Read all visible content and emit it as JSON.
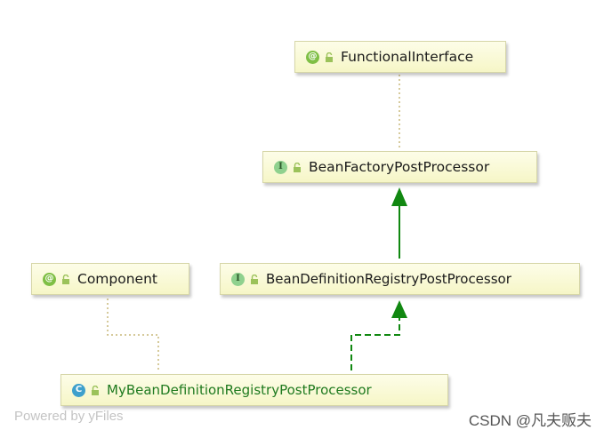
{
  "nodes": {
    "functional_interface": {
      "label": "FunctionalInterface",
      "badge": "@"
    },
    "bean_factory_post_processor": {
      "label": "BeanFactoryPostProcessor",
      "badge": "I"
    },
    "component": {
      "label": "Component",
      "badge": "@"
    },
    "bean_definition_registry_post_processor": {
      "label": "BeanDefinitionRegistryPostProcessor",
      "badge": "I"
    },
    "my_bean_definition_registry_post_processor": {
      "label": "MyBeanDefinitionRegistryPostProcessor",
      "badge": "C"
    }
  },
  "footer": {
    "powered_by": "Powered by yFiles",
    "watermark": "CSDN @凡夫贩夫"
  },
  "colors": {
    "annotation_link": "#c8b87a",
    "inheritance_edge": "#118811",
    "class_label": "#1f7a1f",
    "node_fill": "#f8f8d0"
  }
}
